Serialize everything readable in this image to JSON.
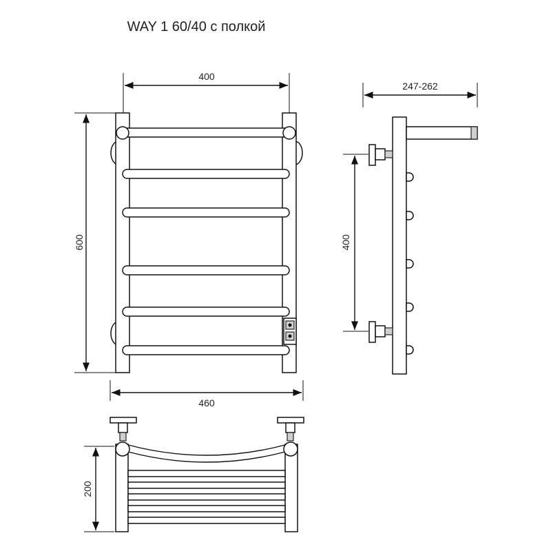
{
  "title": "WAY 1 60/40 с полкой",
  "dimensions": {
    "front_width": "400",
    "front_height": "600",
    "front_overall_width": "460",
    "side_depth": "247-262",
    "side_connection": "400",
    "bottom_depth": "200"
  },
  "colors": {
    "line": "#111111",
    "fill": "#ffffff",
    "shade": "#cfcfcf"
  }
}
